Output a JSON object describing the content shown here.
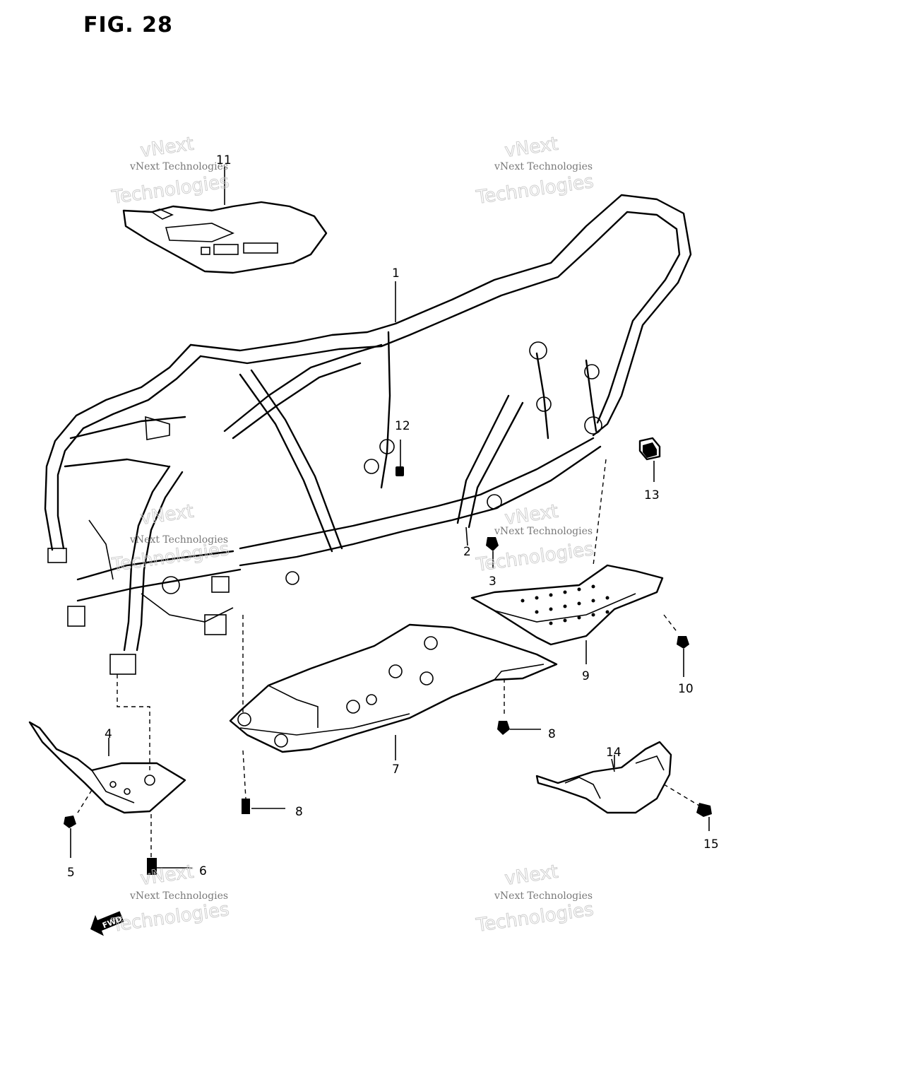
{
  "figure": {
    "title": "FIG. 28"
  },
  "callouts": [
    {
      "id": "1",
      "label": "1"
    },
    {
      "id": "2",
      "label": "2"
    },
    {
      "id": "3",
      "label": "3"
    },
    {
      "id": "4",
      "label": "4"
    },
    {
      "id": "5",
      "label": "5"
    },
    {
      "id": "6",
      "label": "6"
    },
    {
      "id": "7",
      "label": "7"
    },
    {
      "id": "8a",
      "label": "8"
    },
    {
      "id": "8b",
      "label": "8"
    },
    {
      "id": "9",
      "label": "9"
    },
    {
      "id": "10",
      "label": "10"
    },
    {
      "id": "11",
      "label": "11"
    },
    {
      "id": "12",
      "label": "12"
    },
    {
      "id": "13",
      "label": "13"
    },
    {
      "id": "14",
      "label": "14"
    },
    {
      "id": "15",
      "label": "15"
    }
  ],
  "watermark": {
    "line1": "vNext",
    "line2": "vNext Technologies",
    "line3": "Technologies"
  },
  "forward_arrow": {
    "text": "FWD"
  }
}
